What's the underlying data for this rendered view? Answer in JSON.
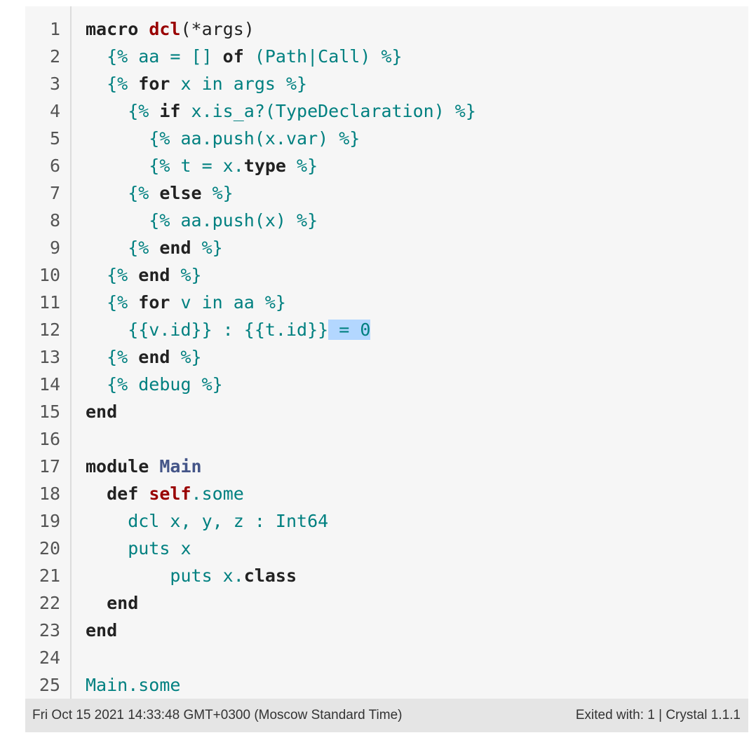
{
  "code_lines": [
    {
      "n": "1",
      "tokens": [
        [
          "kw",
          "macro"
        ],
        [
          "p",
          " "
        ],
        [
          "fn",
          "dcl"
        ],
        [
          "p",
          "(*args)"
        ]
      ]
    },
    {
      "n": "2",
      "tokens": [
        [
          "t",
          "  {% aa = [] "
        ],
        [
          "kw",
          "of"
        ],
        [
          "t",
          " (Path|Call) %}"
        ]
      ]
    },
    {
      "n": "3",
      "tokens": [
        [
          "t",
          "  {% "
        ],
        [
          "kw",
          "for"
        ],
        [
          "t",
          " x in args %}"
        ]
      ]
    },
    {
      "n": "4",
      "tokens": [
        [
          "t",
          "    {% "
        ],
        [
          "kw",
          "if"
        ],
        [
          "t",
          " x.is_a?(TypeDeclaration) %}"
        ]
      ]
    },
    {
      "n": "5",
      "tokens": [
        [
          "t",
          "      {% aa.push(x.var) %}"
        ]
      ]
    },
    {
      "n": "6",
      "tokens": [
        [
          "t",
          "      {% t = x."
        ],
        [
          "kw",
          "type"
        ],
        [
          "t",
          " %}"
        ]
      ]
    },
    {
      "n": "7",
      "tokens": [
        [
          "t",
          "    {% "
        ],
        [
          "kw",
          "else"
        ],
        [
          "t",
          " %}"
        ]
      ]
    },
    {
      "n": "8",
      "tokens": [
        [
          "t",
          "      {% aa.push(x) %}"
        ]
      ]
    },
    {
      "n": "9",
      "tokens": [
        [
          "t",
          "    {% "
        ],
        [
          "kw",
          "end"
        ],
        [
          "t",
          " %}"
        ]
      ]
    },
    {
      "n": "10",
      "tokens": [
        [
          "t",
          "  {% "
        ],
        [
          "kw",
          "end"
        ],
        [
          "t",
          " %}"
        ]
      ]
    },
    {
      "n": "11",
      "tokens": [
        [
          "t",
          "  {% "
        ],
        [
          "kw",
          "for"
        ],
        [
          "t",
          " v in aa %}"
        ]
      ]
    },
    {
      "n": "12",
      "tokens": [
        [
          "t",
          "    {{v.id}} : {{t.id}}"
        ],
        [
          "sel",
          " = 0"
        ]
      ]
    },
    {
      "n": "13",
      "tokens": [
        [
          "t",
          "  {% "
        ],
        [
          "kw",
          "end"
        ],
        [
          "t",
          " %}"
        ]
      ]
    },
    {
      "n": "14",
      "tokens": [
        [
          "t",
          "  {% debug %}"
        ]
      ]
    },
    {
      "n": "15",
      "tokens": [
        [
          "kw",
          "end"
        ]
      ]
    },
    {
      "n": "16",
      "tokens": []
    },
    {
      "n": "17",
      "tokens": [
        [
          "kw",
          "module"
        ],
        [
          "p",
          " "
        ],
        [
          "cls",
          "Main"
        ]
      ]
    },
    {
      "n": "18",
      "tokens": [
        [
          "p",
          "  "
        ],
        [
          "kw",
          "def"
        ],
        [
          "p",
          " "
        ],
        [
          "fn",
          "self"
        ],
        [
          "t",
          ".some"
        ]
      ]
    },
    {
      "n": "19",
      "tokens": [
        [
          "t",
          "    dcl x, y, z : Int64"
        ]
      ]
    },
    {
      "n": "20",
      "tokens": [
        [
          "t",
          "    puts x"
        ]
      ]
    },
    {
      "n": "21",
      "tokens": [
        [
          "t",
          "        puts x."
        ],
        [
          "kw",
          "class"
        ]
      ]
    },
    {
      "n": "22",
      "tokens": [
        [
          "p",
          "  "
        ],
        [
          "kw",
          "end"
        ]
      ]
    },
    {
      "n": "23",
      "tokens": [
        [
          "kw",
          "end"
        ]
      ]
    },
    {
      "n": "24",
      "tokens": []
    },
    {
      "n": "25",
      "tokens": [
        [
          "t",
          "Main.some"
        ]
      ]
    }
  ],
  "status": {
    "timestamp": "Fri Oct 15 2021 14:33:48 GMT+0300 (Moscow Standard Time)",
    "exit_info": "Exited with: 1 | Crystal 1.1.1"
  },
  "colors": {
    "keyword": "#222222",
    "function": "#990000",
    "teal": "#008080",
    "class": "#445588",
    "selection": "#b3d7ff",
    "panel": "#f6f6f6",
    "statusbar": "#e5e5e5"
  }
}
